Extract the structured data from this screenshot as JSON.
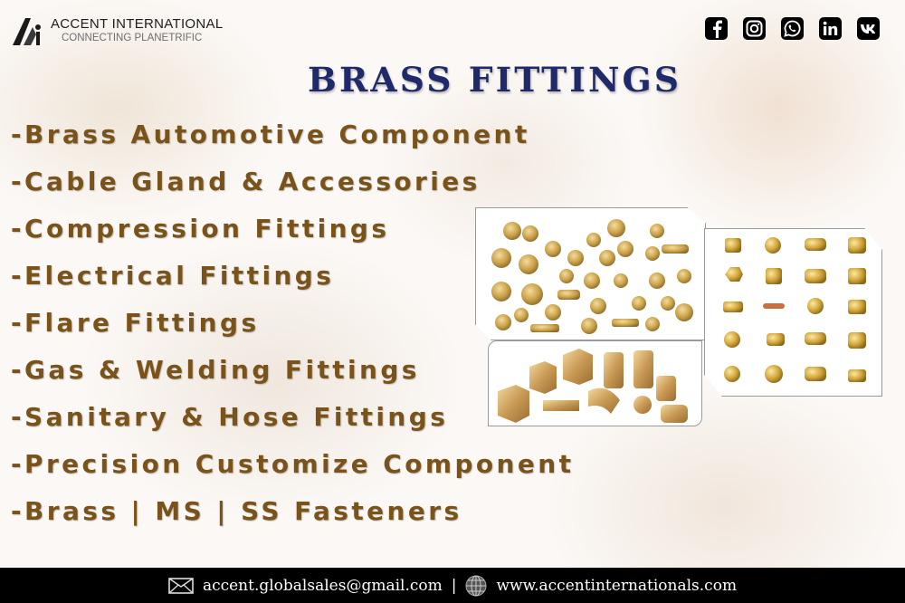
{
  "brand": {
    "name": "ACCENT INTERNATIONAL",
    "tagline": "CONNECTING PLANETRIFIC"
  },
  "socials": [
    {
      "name": "facebook-icon",
      "glyph": "f"
    },
    {
      "name": "instagram-icon",
      "glyph": "instagram"
    },
    {
      "name": "whatsapp-icon",
      "glyph": "whatsapp"
    },
    {
      "name": "linkedin-icon",
      "glyph": "in"
    },
    {
      "name": "vk-icon",
      "glyph": "vk"
    }
  ],
  "title": "BRASS FITTINGS",
  "products": [
    "-Brass Automotive Component",
    "-Cable Gland & Accessories",
    "-Compression Fittings",
    "-Electrical Fittings",
    "-Flare Fittings",
    "-Gas & Welding Fittings",
    "-Sanitary & Hose Fittings",
    "-Precision Customize Component",
    "-Brass | MS | SS Fasteners"
  ],
  "images": [
    {
      "name": "assorted-brass-fittings-photo"
    },
    {
      "name": "brass-hex-fittings-photo"
    },
    {
      "name": "brass-fittings-grid-photo"
    }
  ],
  "footer": {
    "email": "accent.globalsales@gmail.com",
    "separator": "|",
    "website": "www.accentinternationals.com"
  },
  "colors": {
    "title": "#1f2a6b",
    "list_text": "#7a531b",
    "footer_bg": "#000000"
  }
}
